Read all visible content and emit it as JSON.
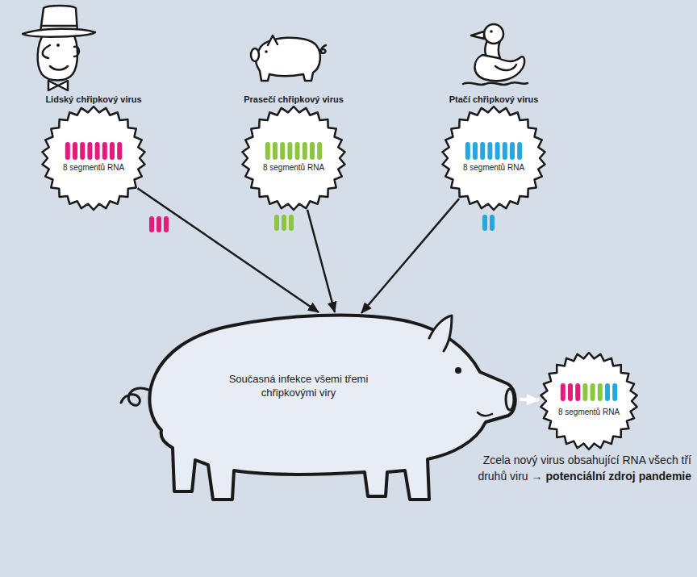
{
  "diagram": {
    "nodes": [
      {
        "text": [
          "Lidský chřipkový virus",
          "8 segmentů RNA"
        ]
      },
      {
        "text": [
          "Prasečí chřipkový virus",
          "8 segmentů RNA"
        ]
      },
      {
        "text": [
          "Ptačí chřipkový virus",
          "8 segmentů RNA"
        ]
      },
      {
        "text": [
          "Současná infekce všemi třemi chřipkovými viry"
        ]
      },
      {
        "text": [
          "8 segmentů RNA"
        ]
      }
    ],
    "edges": [
      {
        "from": 0,
        "to": 3,
        "arrow": "to"
      },
      {
        "from": 1,
        "to": 3,
        "arrow": "to"
      },
      {
        "from": 2,
        "to": 3,
        "arrow": "to"
      },
      {
        "from": 3,
        "to": 4,
        "arrow": "to"
      }
    ],
    "labels": [
      "Zcela nový virus obsahující RNA všech tří druhů viru →",
      "potenciální zdroj pandemie"
    ]
  }
}
